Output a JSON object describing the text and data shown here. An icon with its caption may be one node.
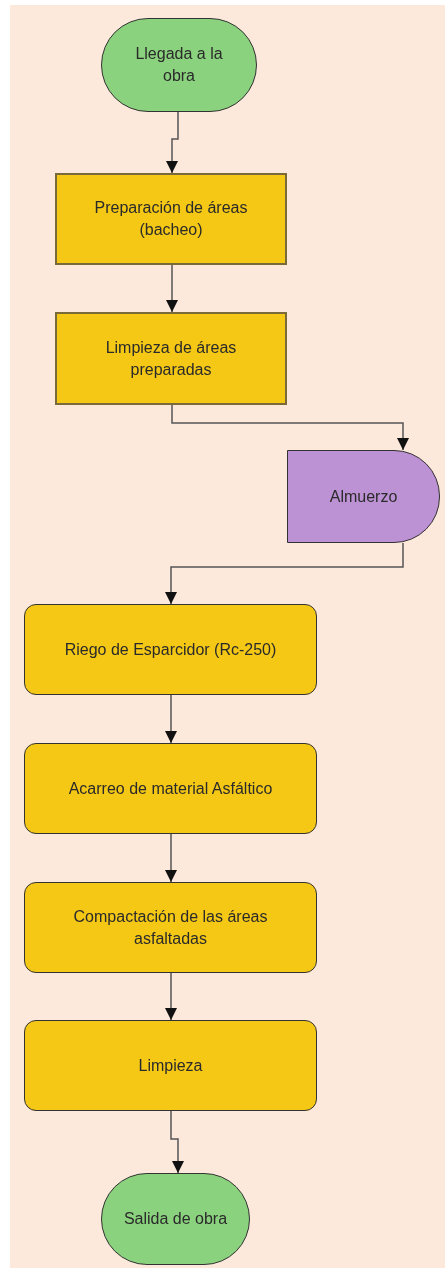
{
  "diagram": {
    "nodes": [
      {
        "text": [
          "Llegada a la obra"
        ]
      },
      {
        "text": [
          "Preparación de áreas (bacheo)"
        ]
      },
      {
        "text": [
          "Limpieza de áreas preparadas"
        ]
      },
      {
        "text": [
          "Almuerzo"
        ]
      },
      {
        "text": [
          "Riego de Esparcidor (Rc-250)"
        ]
      },
      {
        "text": [
          "Acarreo de material Asfáltico"
        ]
      },
      {
        "text": [
          "Compactación de las áreas asfaltadas"
        ]
      },
      {
        "text": [
          "Limpieza"
        ]
      },
      {
        "text": [
          "Salida de obra"
        ]
      }
    ],
    "edges": [
      {
        "from": 0,
        "to": 1,
        "arrow": "to"
      },
      {
        "from": 1,
        "to": 2,
        "arrow": "to"
      },
      {
        "from": 2,
        "to": 3,
        "arrow": "to"
      },
      {
        "from": 3,
        "to": 4,
        "arrow": "to"
      },
      {
        "from": 4,
        "to": 5,
        "arrow": "to"
      },
      {
        "from": 5,
        "to": 6,
        "arrow": "to"
      },
      {
        "from": 6,
        "to": 7,
        "arrow": "to"
      },
      {
        "from": 7,
        "to": 8,
        "arrow": "to"
      }
    ]
  }
}
